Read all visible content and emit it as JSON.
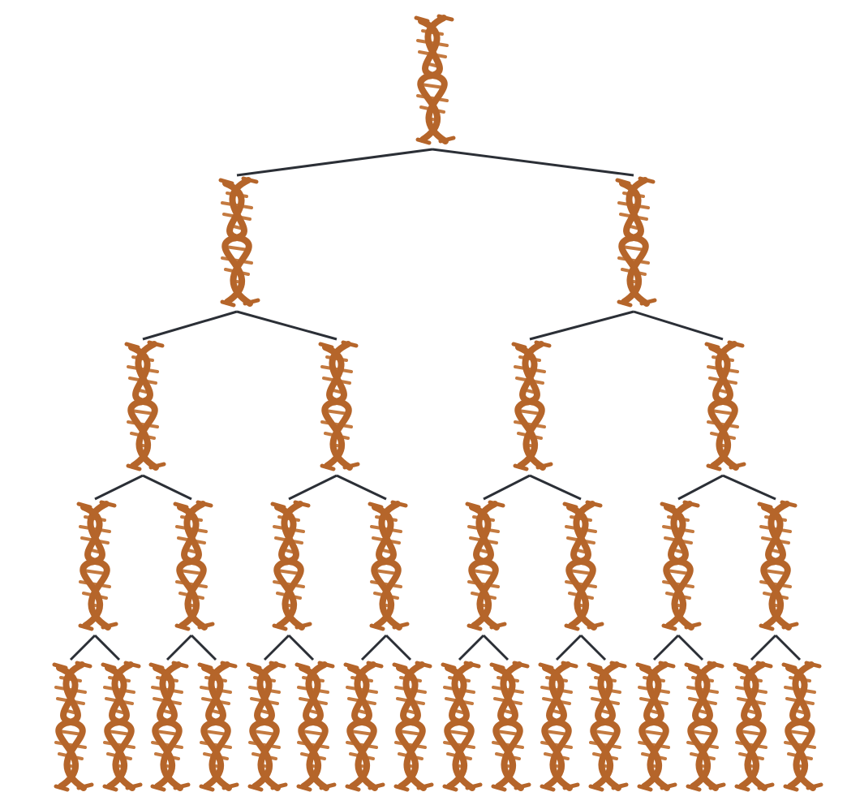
{
  "diagram": {
    "type": "binary-replication-tree",
    "node_icon": "dna-double-helix-icon",
    "levels": [
      {
        "generation": 0,
        "count": 1
      },
      {
        "generation": 1,
        "count": 2
      },
      {
        "generation": 2,
        "count": 4
      },
      {
        "generation": 3,
        "count": 8
      },
      {
        "generation": 4,
        "count": 16
      }
    ],
    "colors": {
      "helix": "#b5652a",
      "rung": "#c47a40",
      "connector": "#2b2f36",
      "background": "#ffffff"
    }
  }
}
